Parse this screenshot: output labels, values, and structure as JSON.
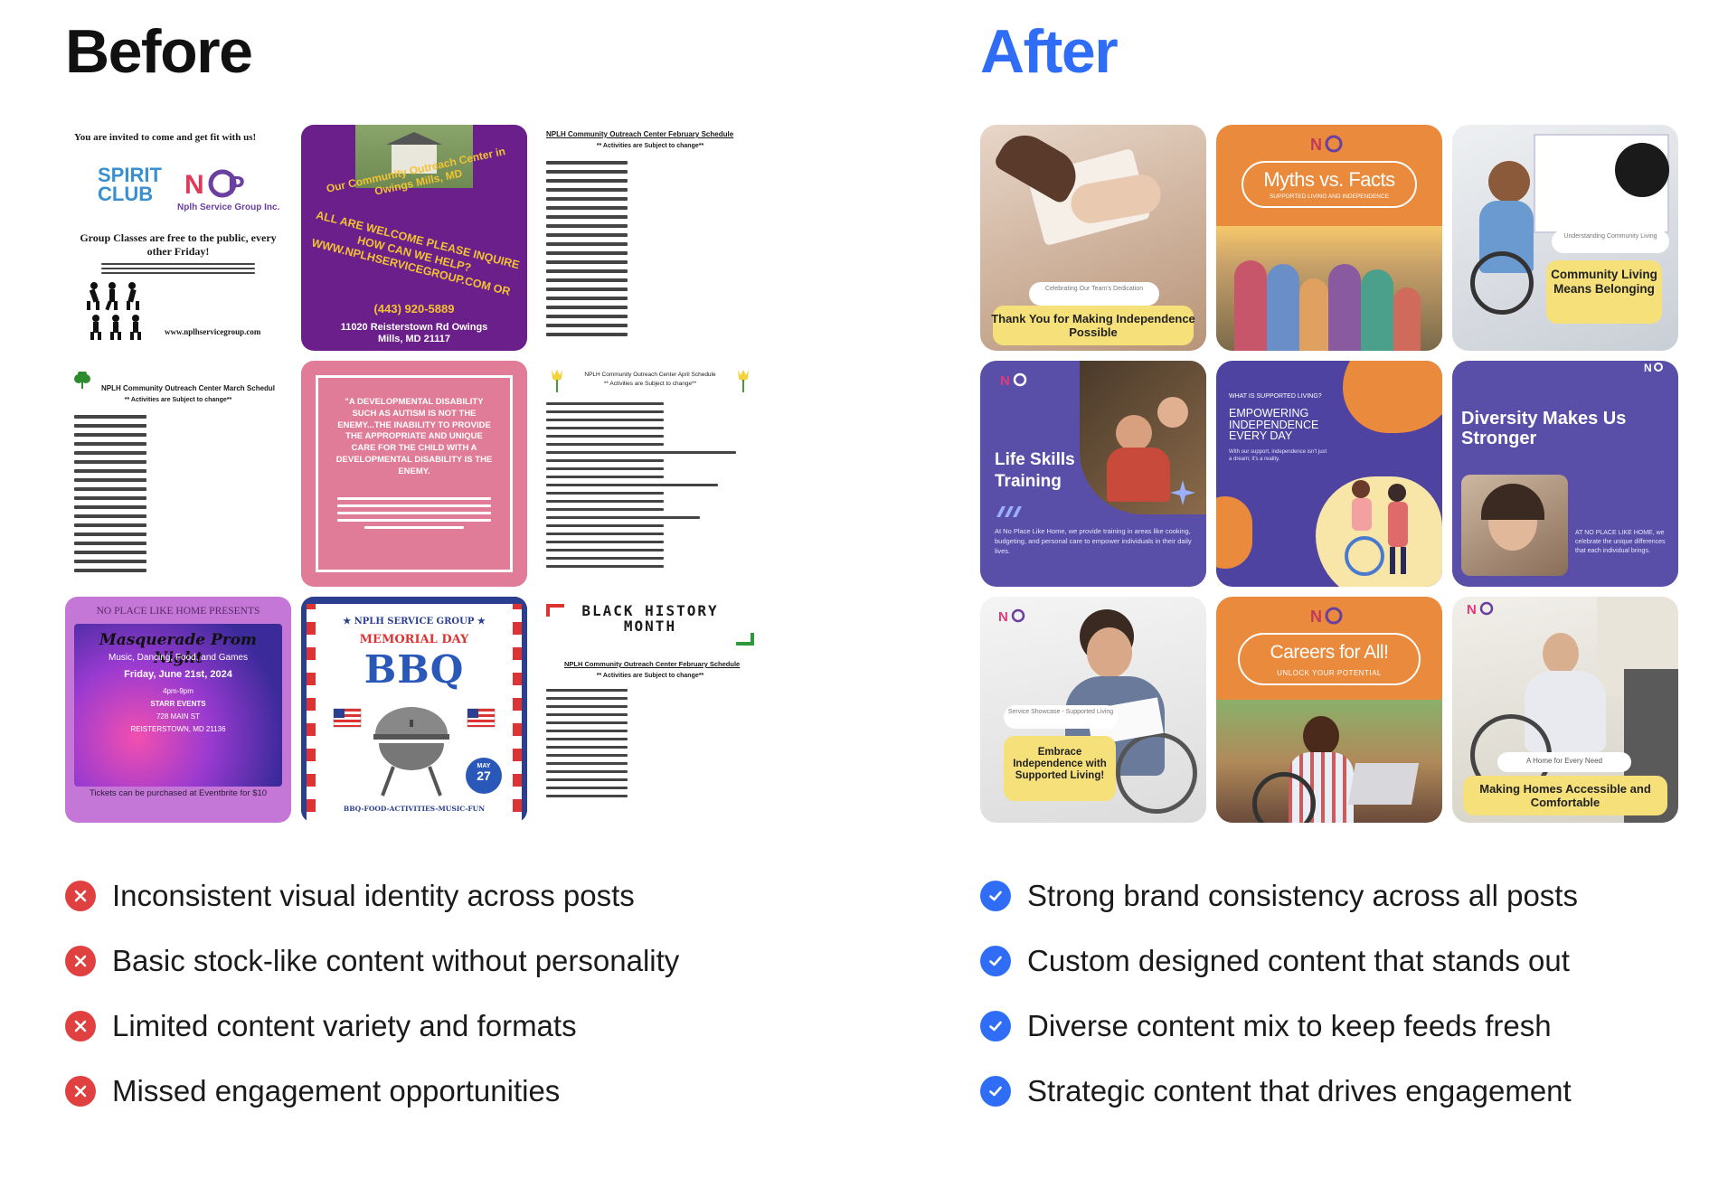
{
  "before": {
    "heading": "Before",
    "heading_color": "#111111",
    "tiles": {
      "t1_title": "You are invited to come and get fit with us!",
      "t1_logo": "SPIRIT CLUB",
      "t1_brand": "Nplh Service Group Inc.",
      "t1_body": "Group Classes are free to the public, every other Friday!",
      "t1_url": "www.nplhservicegroup.com",
      "t2_title": "Our Community Outreach Center in Owings Mills, MD",
      "t2_body": "ALL ARE WELCOME PLEASE INQUIRE HOW CAN WE HELP? WWW.NPLHSERVICEGROUP.COM OR",
      "t2_phone": "(443) 920-5889",
      "t2_address": "11020 Reisterstown Rd Owings Mills, MD 21117",
      "t3_title": "NPLH Community Outreach Center February Schedule",
      "t3_note": "** Activities are Subject to change**",
      "t4_title": "NPLH Community Outreach Center March Schedul",
      "t4_note": "** Activities are Subject to change**",
      "t5_body": "\"A DEVELOPMENTAL DISABILITY SUCH AS AUTISM IS NOT THE ENEMY...THE INABILITY TO PROVIDE THE APPROPRIATE AND UNIQUE CARE FOR THE CHILD WITH A DEVELOPMENTAL DISABILITY IS THE ENEMY.",
      "t6_title": "NPLH Community Outreach Center April Schedule",
      "t6_note": "** Activities are Subject to change**",
      "t7_top": "NO PLACE LIKE HOME PRESENTS",
      "t7_title": "Masquerade Prom Night",
      "t7_sub": "Music, Dancing, Food, and Games",
      "t7_date": "Friday, June 21st, 2024",
      "t7_time": "4pm-9pm",
      "t7_venue": "STARR EVENTS",
      "t7_street": "728 MAIN ST",
      "t7_city": "REISTERSTOWN, MD 21136",
      "t7_foot": "Tickets can be purchased at Eventbrite for $10",
      "t8_top": "★ NPLH SERVICE GROUP ★",
      "t8_sub": "MEMORIAL DAY",
      "t8_title": "BBQ",
      "t8_badge_m": "MAY",
      "t8_badge_d": "27",
      "t8_foot": "BBQ-FOOD-ACTIVITIES-MUSIC-FUN",
      "t9_title": "BLACK HISTORY MONTH",
      "t9_sub": "NPLH Community Outreach Center February Schedule",
      "t9_note": "** Activities are Subject to change**"
    },
    "bullets": [
      "Inconsistent visual identity across posts",
      "Basic stock-like content without personality",
      "Limited content variety and formats",
      "Missed engagement opportunities"
    ]
  },
  "after": {
    "heading": "After",
    "heading_color": "#2f6df6",
    "tiles": {
      "t1_small": "Celebrating Our Team's Dedication",
      "t1_label": "Thank You for Making Independence Possible",
      "t2_title": "Myths vs. Facts",
      "t2_sub": "SUPPORTED LIVING AND INDEPENDENCE",
      "t3_small": "Understanding Community Living",
      "t3_label": "Community Living Means Belonging",
      "t4_title": "Life Skills Training",
      "t4_body": "At No Place Like Home, we provide training in areas like cooking, budgeting, and personal care to empower individuals in their daily lives.",
      "t5_q": "WHAT IS SUPPORTED LIVING?",
      "t5_title": "EMPOWERING INDEPENDENCE EVERY DAY",
      "t5_body": "With our support, independence isn't just a dream; it's a reality.",
      "t6_title": "Diversity Makes Us Stronger",
      "t6_body": "AT NO PLACE LIKE HOME, we celebrate the unique differences that each individual brings.",
      "t7_small": "Service Showcase - Supported Living",
      "t7_label": "Embrace Independence with Supported Living!",
      "t8_title": "Careers for All!",
      "t8_sub": "UNLOCK YOUR POTENTIAL",
      "t9_small": "A Home for Every Need",
      "t9_label": "Making Homes Accessible and Comfortable"
    },
    "bullets": [
      "Strong brand consistency across all posts",
      "Custom designed content that stands out",
      "Diverse content mix to keep feeds fresh",
      "Strategic content that drives engagement"
    ]
  },
  "icons": {
    "negative": "x-circle-icon",
    "positive": "check-badge-icon"
  },
  "colors": {
    "brand_orange": "#ea8a3c",
    "brand_purple": "#5a4fa8",
    "brand_yellow": "#f5e07a",
    "negative_red": "#e04040",
    "positive_blue": "#2f6df6"
  }
}
